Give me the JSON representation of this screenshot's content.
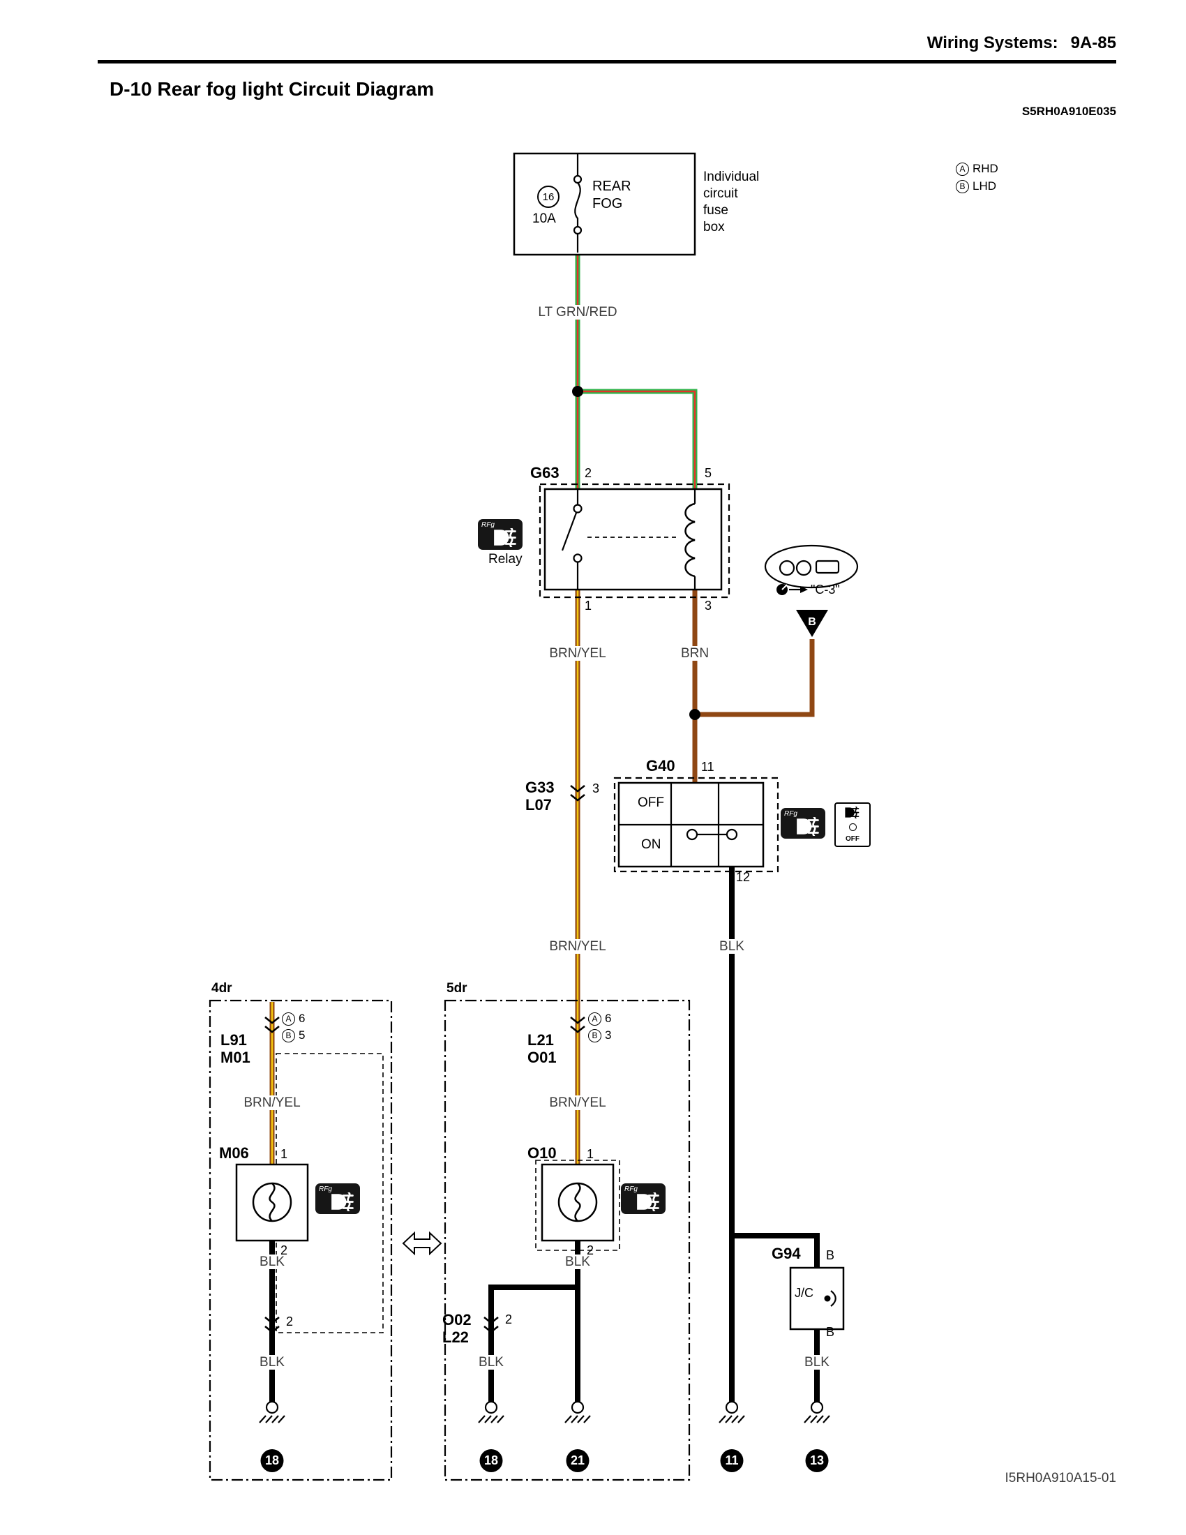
{
  "page": {
    "header_section": "Wiring Systems:",
    "header_page": "9A-85",
    "title": "D-10 Rear fog light Circuit Diagram",
    "doc_code": "S5RH0A910E035",
    "footer_code": "I5RH0A910A15-01"
  },
  "legend": {
    "a_letter": "A",
    "a_label": "RHD",
    "b_letter": "B",
    "b_label": "LHD"
  },
  "fuse_box": {
    "number": "16",
    "rating": "10A",
    "name1": "REAR",
    "name2": "FOG",
    "cap1": "Individual",
    "cap2": "circuit",
    "cap3": "fuse",
    "cap4": "box"
  },
  "wires": {
    "feed": "LT GRN/RED",
    "relay_out": "BRN/YEL",
    "coil_out": "BRN",
    "mid": "BRN/YEL",
    "switch_out": "BLK",
    "w4dr": "BRN/YEL",
    "w4dr_blk1": "BLK",
    "w4dr_blk2": "BLK",
    "w5dr": "BRN/YEL",
    "w5dr_blk": "BLK",
    "o02_blk": "BLK",
    "g94_blk": "BLK"
  },
  "relay": {
    "id": "G63",
    "pin2": "2",
    "pin5": "5",
    "pin1": "1",
    "pin3": "3",
    "badge": "RFg",
    "label": "Relay"
  },
  "cluster": {
    "label": "\"C-3\"",
    "pin": "B"
  },
  "g40": {
    "id": "G40",
    "pin11": "11",
    "pin12": "12",
    "off": "OFF",
    "on": "ON",
    "badge": "RFg",
    "indicator": "OFF"
  },
  "g33": {
    "line1": "G33",
    "line2": "L07",
    "pin": "3"
  },
  "four_dr": {
    "label": "4dr",
    "conn_line1": "L91",
    "conn_line2": "M01",
    "pin_a_letter": "A",
    "pin_a": "6",
    "pin_b_letter": "B",
    "pin_b": "5",
    "lamp_id": "M06",
    "lamp_pin1": "1",
    "lamp_pin2": "2",
    "badge": "RFg",
    "conn2_pin": "2",
    "ground": "18"
  },
  "five_dr": {
    "label": "5dr",
    "conn_line1": "L21",
    "conn_line2": "O01",
    "pin_a_letter": "A",
    "pin_a": "6",
    "pin_b_letter": "B",
    "pin_b": "3",
    "lamp_id": "O10",
    "lamp_pin1": "1",
    "lamp_pin2": "2",
    "badge": "RFg",
    "conn2_line1": "O02",
    "conn2_line2": "L22",
    "conn2_pin": "2",
    "ground_left": "18",
    "ground_right": "21"
  },
  "g94": {
    "id": "G94",
    "pin_top": "B",
    "label": "J/C",
    "pin_bottom": "B",
    "ground": "13"
  },
  "ground11": "11",
  "colors": {
    "grn": "#2eb34a",
    "red": "#e63229",
    "brn": "#8f4713",
    "yel": "#f6c70f",
    "blk": "#000000"
  }
}
